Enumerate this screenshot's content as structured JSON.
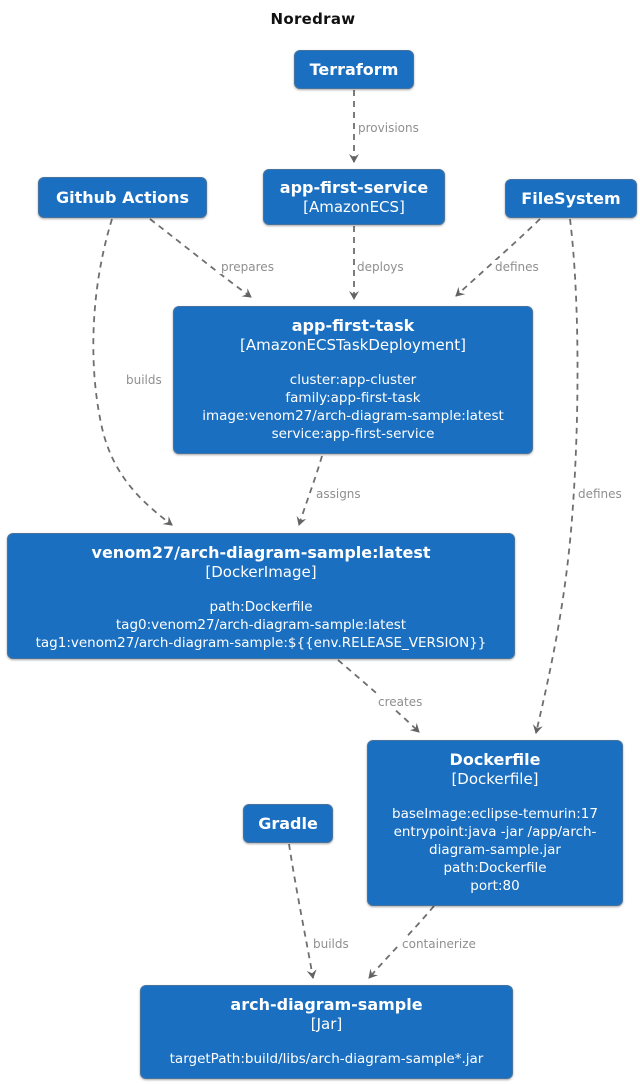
{
  "page": {
    "title": "Noredraw"
  },
  "colors": {
    "node_fill": "#1a6fc0",
    "node_text": "#ffffff",
    "edge": "#6e6e6e",
    "edge_label": "#8f8f8f",
    "background": "#ffffff"
  },
  "nodes": {
    "terraform": {
      "title": "Terraform"
    },
    "github_actions": {
      "title": "Github Actions"
    },
    "filesystem": {
      "title": "FileSystem"
    },
    "gradle": {
      "title": "Gradle"
    },
    "app_first_service": {
      "title": "app-first-service",
      "type": "[AmazonECS]"
    },
    "app_first_task": {
      "title": "app-first-task",
      "type": "[AmazonECSTaskDeployment]",
      "attributes": [
        "cluster:app-cluster",
        "family:app-first-task",
        "image:venom27/arch-diagram-sample:latest",
        "service:app-first-service"
      ]
    },
    "docker_image": {
      "title": "venom27/arch-diagram-sample:latest",
      "type": "[DockerImage]",
      "attributes": [
        "path:Dockerfile",
        "tag0:venom27/arch-diagram-sample:latest",
        "tag1:venom27/arch-diagram-sample:${{env.RELEASE_VERSION}}"
      ]
    },
    "dockerfile": {
      "title": "Dockerfile",
      "type": "[Dockerfile]",
      "attributes": [
        "baseImage:eclipse-temurin:17",
        "entrypoint:java -jar /app/arch-diagram-sample.jar",
        "path:Dockerfile",
        "port:80"
      ]
    },
    "jar": {
      "title": "arch-diagram-sample",
      "type": "[Jar]",
      "attributes": [
        "targetPath:build/libs/arch-diagram-sample*.jar"
      ]
    }
  },
  "edges": {
    "provisions": {
      "label": "provisions",
      "from": "Terraform",
      "to": "app-first-service"
    },
    "deploys": {
      "label": "deploys",
      "from": "app-first-service",
      "to": "app-first-task"
    },
    "prepares": {
      "label": "prepares",
      "from": "Github Actions",
      "to": "app-first-task"
    },
    "defines_left": {
      "label": "defines",
      "from": "FileSystem",
      "to": "app-first-task"
    },
    "builds_left": {
      "label": "builds",
      "from": "Github Actions",
      "to": "venom27/arch-diagram-sample:latest"
    },
    "assigns": {
      "label": "assigns",
      "from": "app-first-task",
      "to": "venom27/arch-diagram-sample:latest"
    },
    "defines_right": {
      "label": "defines",
      "from": "FileSystem",
      "to": "Dockerfile"
    },
    "creates": {
      "label": "creates",
      "from": "venom27/arch-diagram-sample:latest",
      "to": "Dockerfile"
    },
    "builds_bottom": {
      "label": "builds",
      "from": "Gradle",
      "to": "arch-diagram-sample"
    },
    "containerize": {
      "label": "containerize",
      "from": "Dockerfile",
      "to": "arch-diagram-sample"
    }
  }
}
